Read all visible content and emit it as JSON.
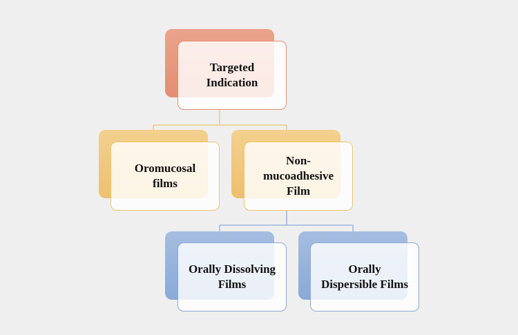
{
  "diagram": {
    "root": {
      "label": "Targeted\nIndication",
      "color": "#e58d74"
    },
    "level1": [
      {
        "label": "Oromucosal\nfilms",
        "color": "#ecc46c"
      },
      {
        "label": "Non-\nmucoadhesive\nFilm",
        "color": "#ecc46c"
      }
    ],
    "level2": [
      {
        "label": "Orally Dissolving\nFilms",
        "color": "#8eaad6"
      },
      {
        "label": "Orally\nDispersible Films",
        "color": "#8eaad6"
      }
    ],
    "connector_colors": {
      "root_to_level1": "#ecc46c",
      "level1_to_level2": "#8eaad6"
    },
    "background": "#efefef"
  }
}
